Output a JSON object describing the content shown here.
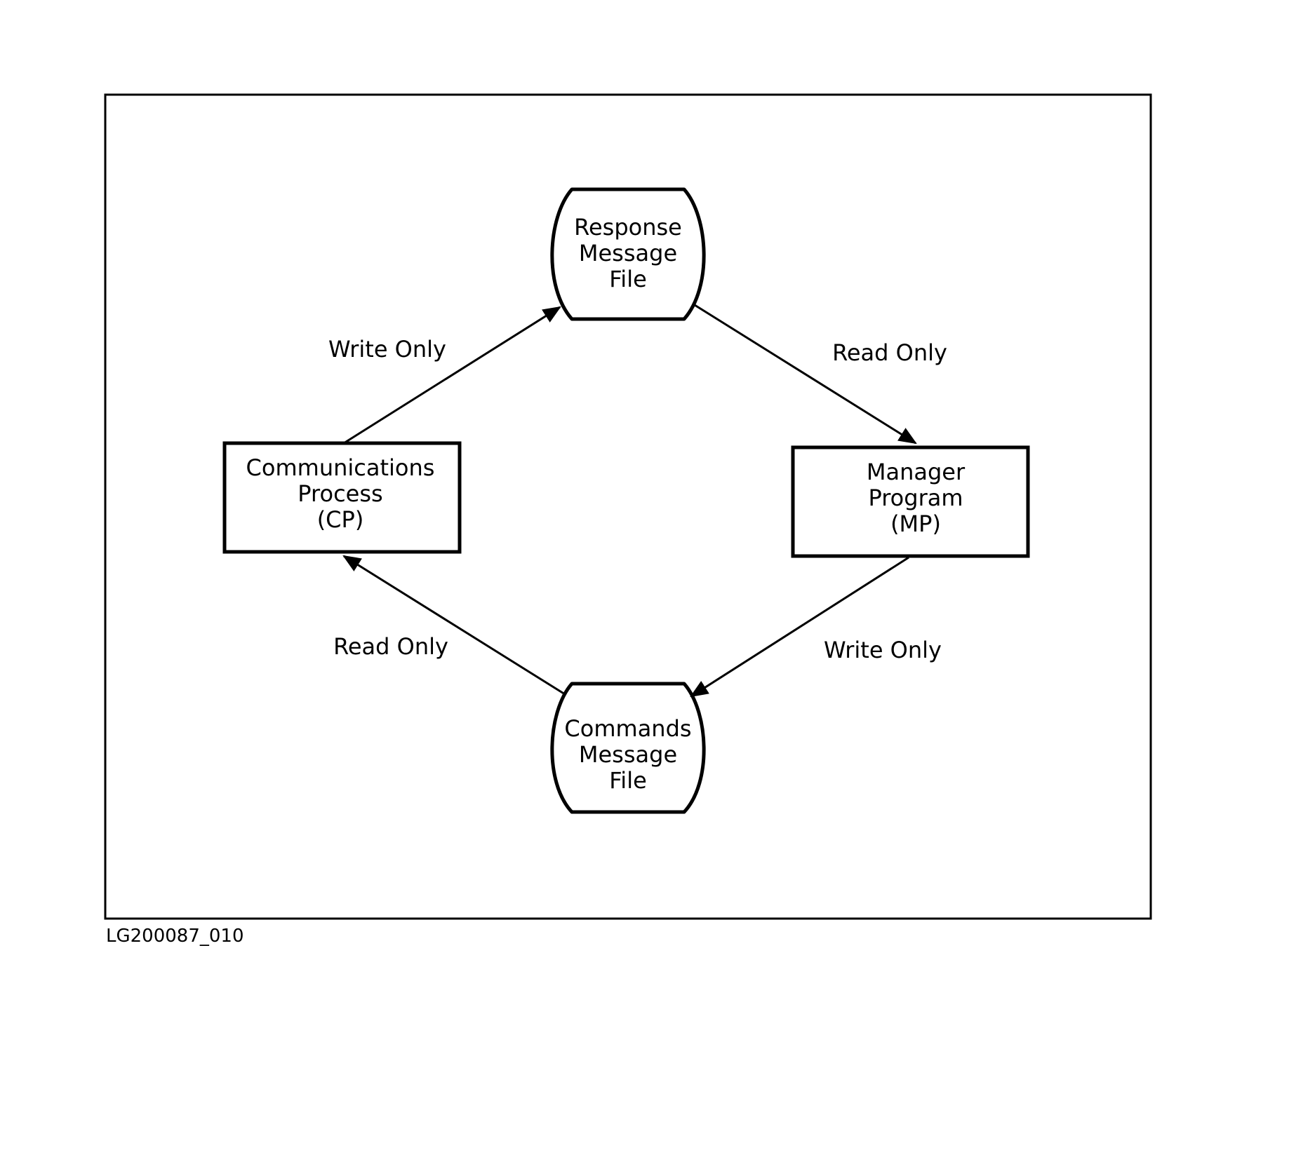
{
  "nodes": {
    "response_file": {
      "lines": [
        "Response",
        "Message",
        "File"
      ]
    },
    "communications_process": {
      "lines": [
        "Communications",
        "Process",
        "(CP)"
      ]
    },
    "manager_program": {
      "lines": [
        "Manager",
        "Program",
        "(MP)"
      ]
    },
    "commands_file": {
      "lines": [
        "Commands",
        "Message",
        "File"
      ]
    }
  },
  "edges": {
    "cp_to_response": {
      "label": "Write Only"
    },
    "response_to_mp": {
      "label": "Read Only"
    },
    "mp_to_commands": {
      "label": "Write Only"
    },
    "commands_to_cp": {
      "label": "Read Only"
    }
  },
  "figure_id": "LG200087_010",
  "colors": {
    "ink": "#000000",
    "background": "#ffffff"
  }
}
